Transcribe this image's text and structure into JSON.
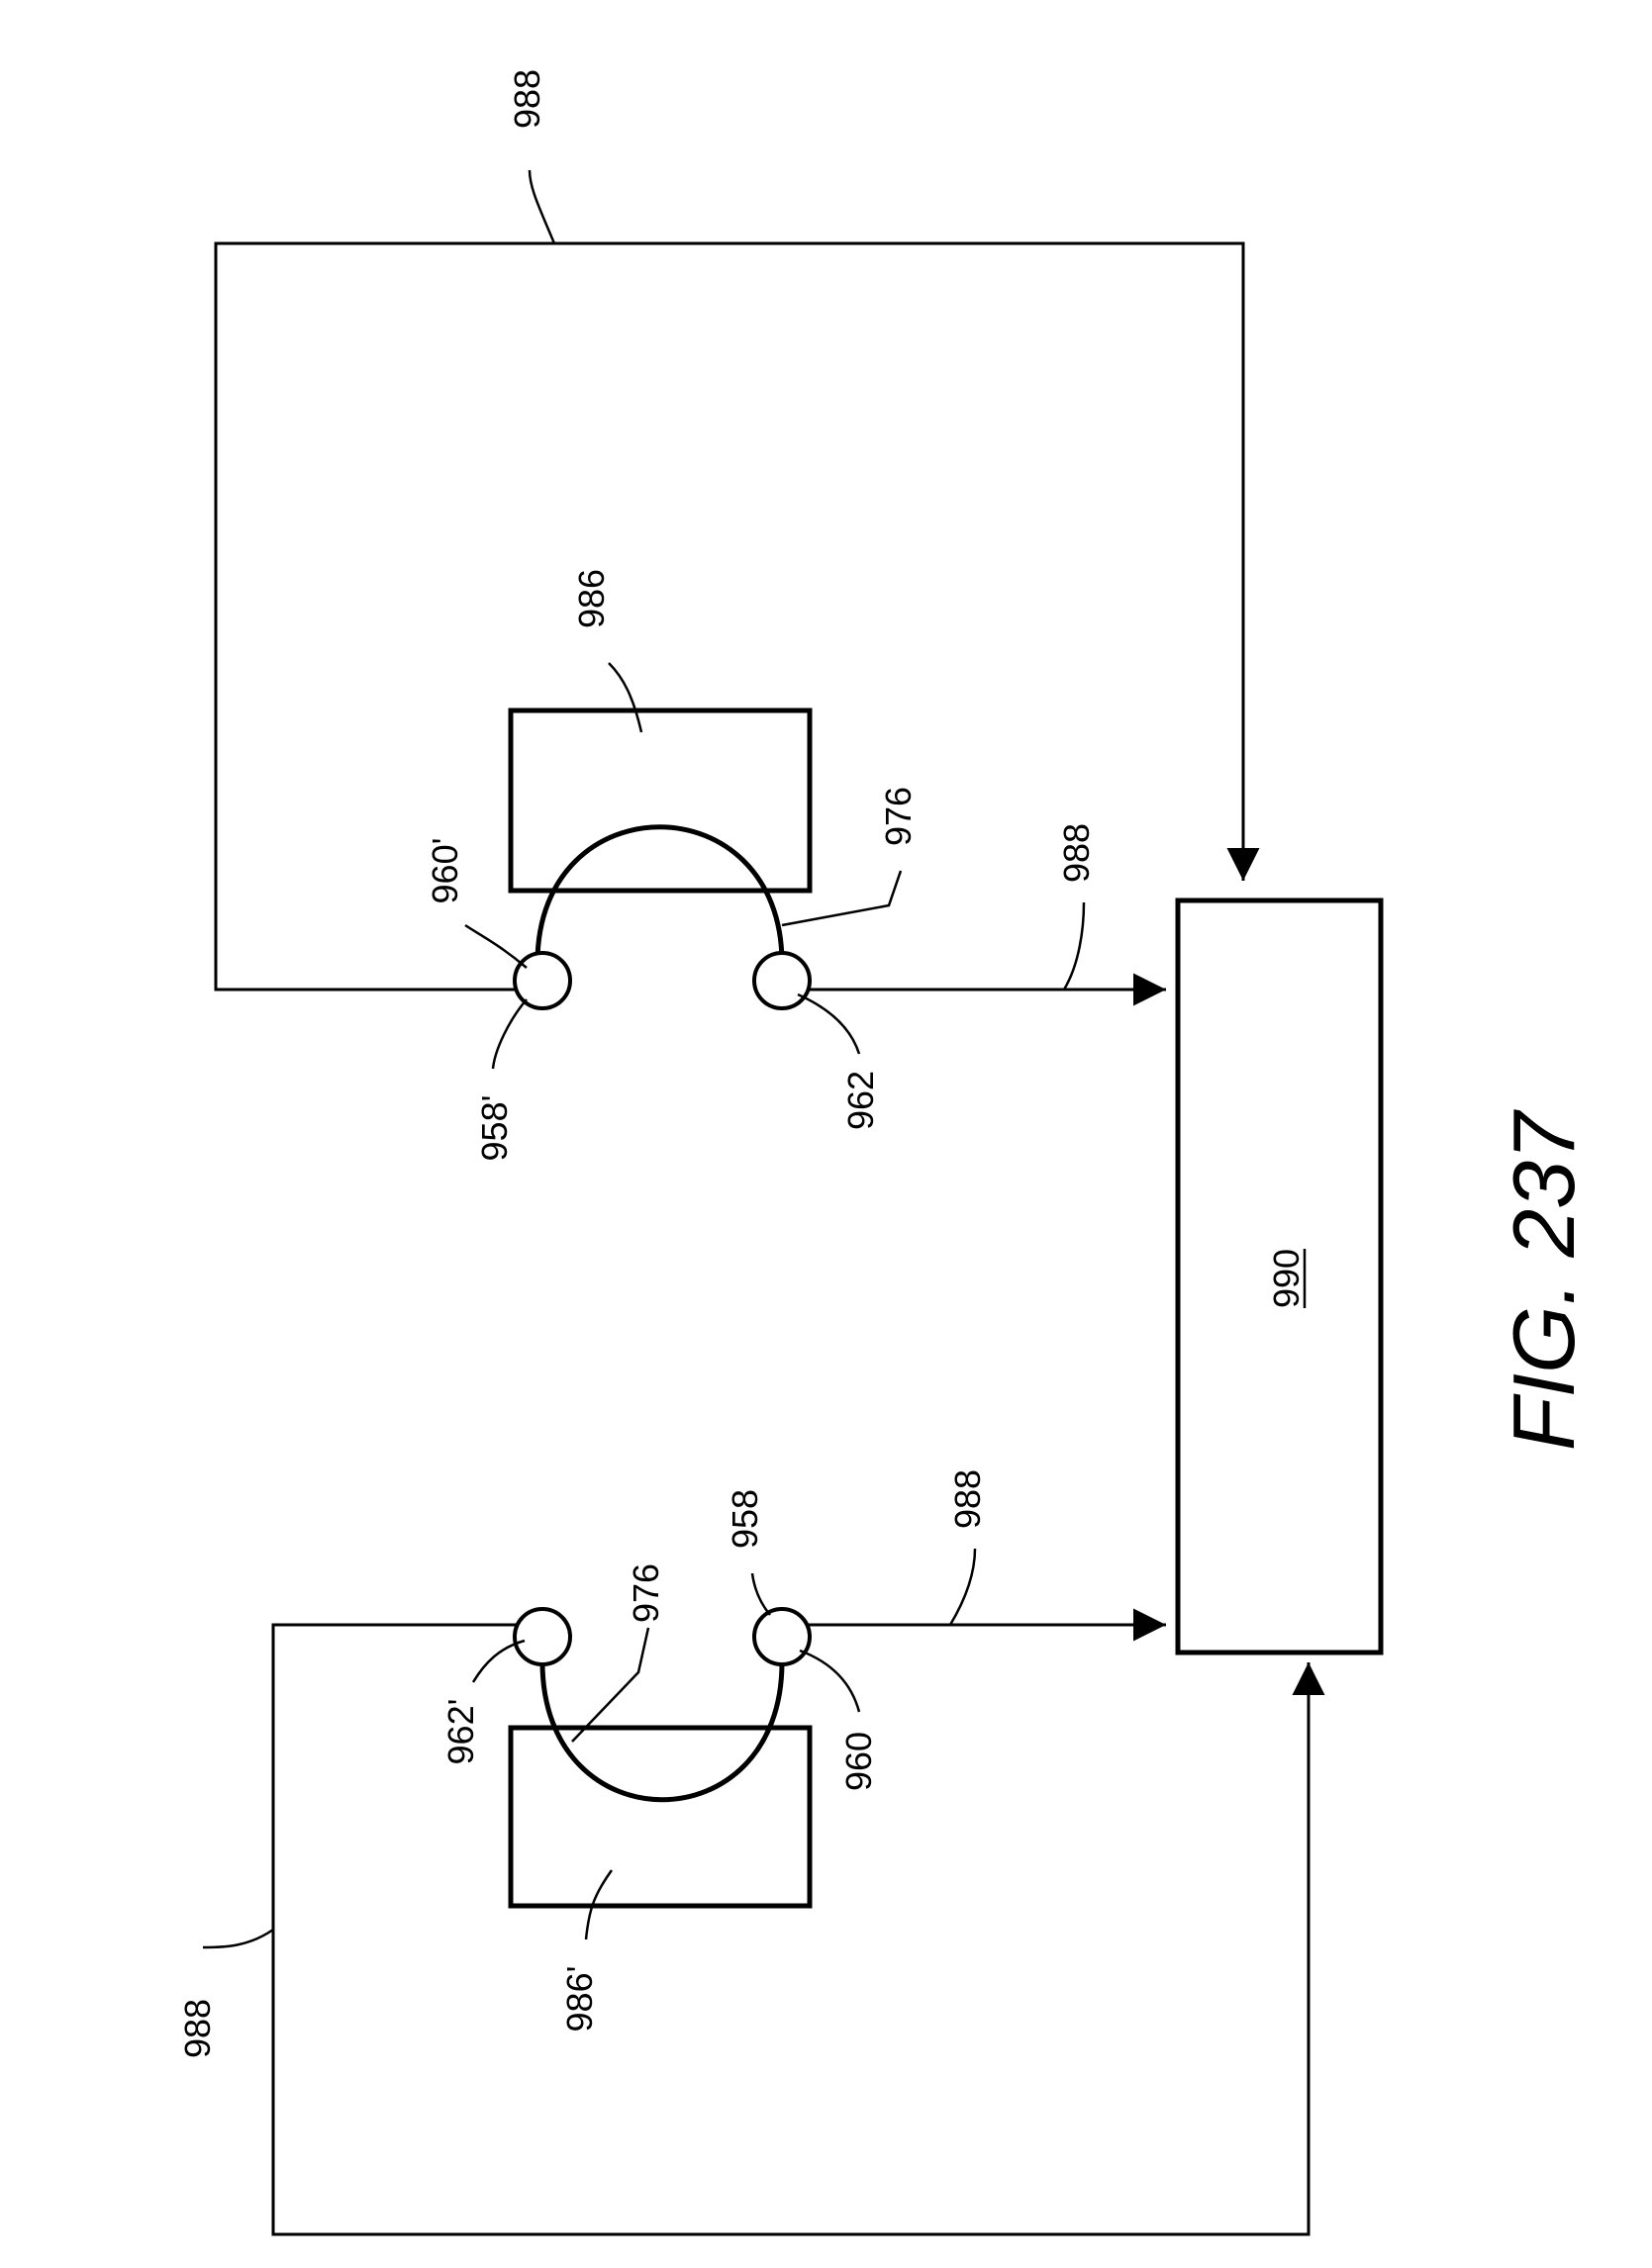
{
  "figure_label": "FIG. 237",
  "labels": {
    "controller": "990",
    "loop_top": "988",
    "loop_left": "988",
    "arrow_right_lower": "988",
    "arrow_left_lower": "988",
    "rect_right": "986",
    "rect_left": "986'",
    "arc_right": "976",
    "arc_left": "976",
    "circle_right_upper_top": "960'",
    "circle_right_upper_bottom": "958'",
    "circle_right_lower": "962",
    "circle_left_upper": "962'",
    "circle_left_lower_top": "958",
    "circle_left_lower_bottom": "960"
  }
}
